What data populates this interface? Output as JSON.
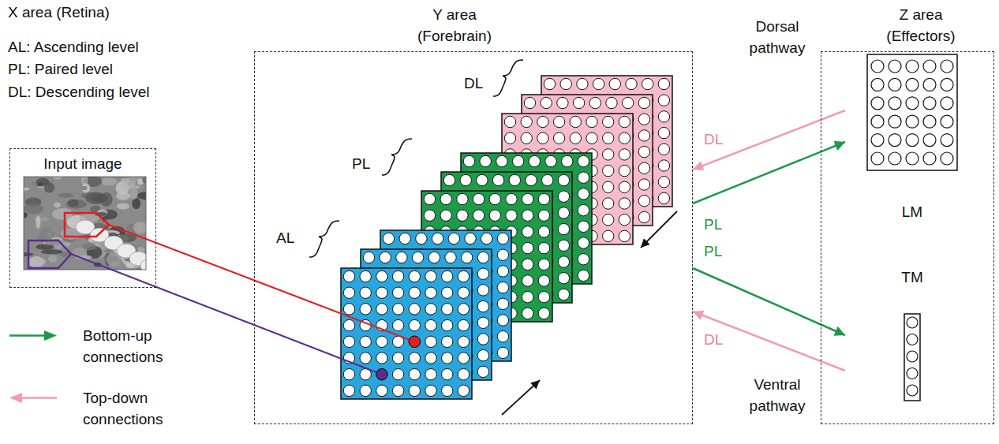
{
  "diagram": {
    "nodes": [
      {
        "text": [
          "Input image"
        ]
      },
      {
        "text": [
          "Y area (Forebrain)"
        ]
      },
      {
        "text": [
          "Z area (Effectors)"
        ]
      },
      {
        "text": [
          "LM"
        ],
        "in": 2
      },
      {
        "text": [
          "TM"
        ],
        "in": 2
      }
    ],
    "edges": [
      {
        "from": 3,
        "to": 1,
        "arrow": "to",
        "label": "DL"
      },
      {
        "from": 1,
        "to": 3,
        "arrow": "to",
        "label": "PL"
      },
      {
        "from": 1,
        "to": 4,
        "arrow": "to",
        "label": "PL"
      },
      {
        "from": 4,
        "to": 1,
        "arrow": "to",
        "label": "DL"
      }
    ],
    "labels": [
      "X area (Retina)",
      "AL: Ascending level",
      "PL: Paired level",
      "DL: Descending level",
      "AL",
      "PL",
      "DL",
      "Dorsal pathway",
      "Ventral pathway"
    ],
    "legend": [
      {
        "text": "Bottom-up connections"
      },
      {
        "text": "Top-down connections"
      }
    ]
  }
}
